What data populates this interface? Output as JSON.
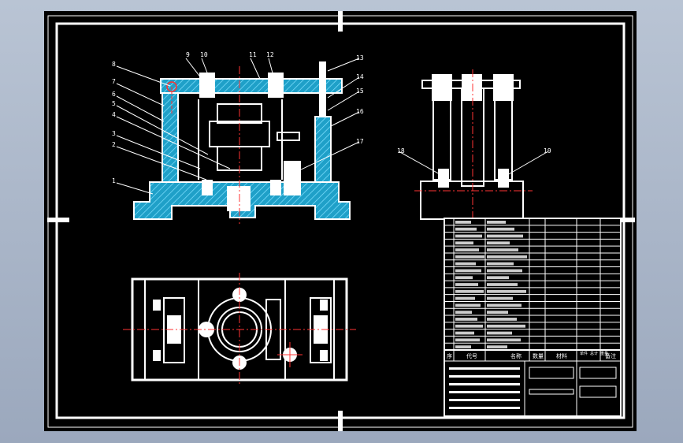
{
  "balloons": {
    "b1": "1",
    "b2": "2",
    "b3": "3",
    "b4": "4",
    "b5": "5",
    "b6": "6",
    "b7": "7",
    "b8": "8",
    "b9": "9",
    "b10": "10",
    "b11": "11",
    "b12": "12",
    "b13": "13",
    "b14": "14",
    "b15": "15",
    "b16": "16",
    "b17": "17",
    "b18": "18",
    "b19": "19"
  },
  "title_block": {
    "col_seq": "序",
    "col_code": "代号",
    "col_name": "名称",
    "col_qty": "数量",
    "col_material": "材料",
    "col_weight": "单件 总计 重量",
    "col_remark": "备注"
  }
}
